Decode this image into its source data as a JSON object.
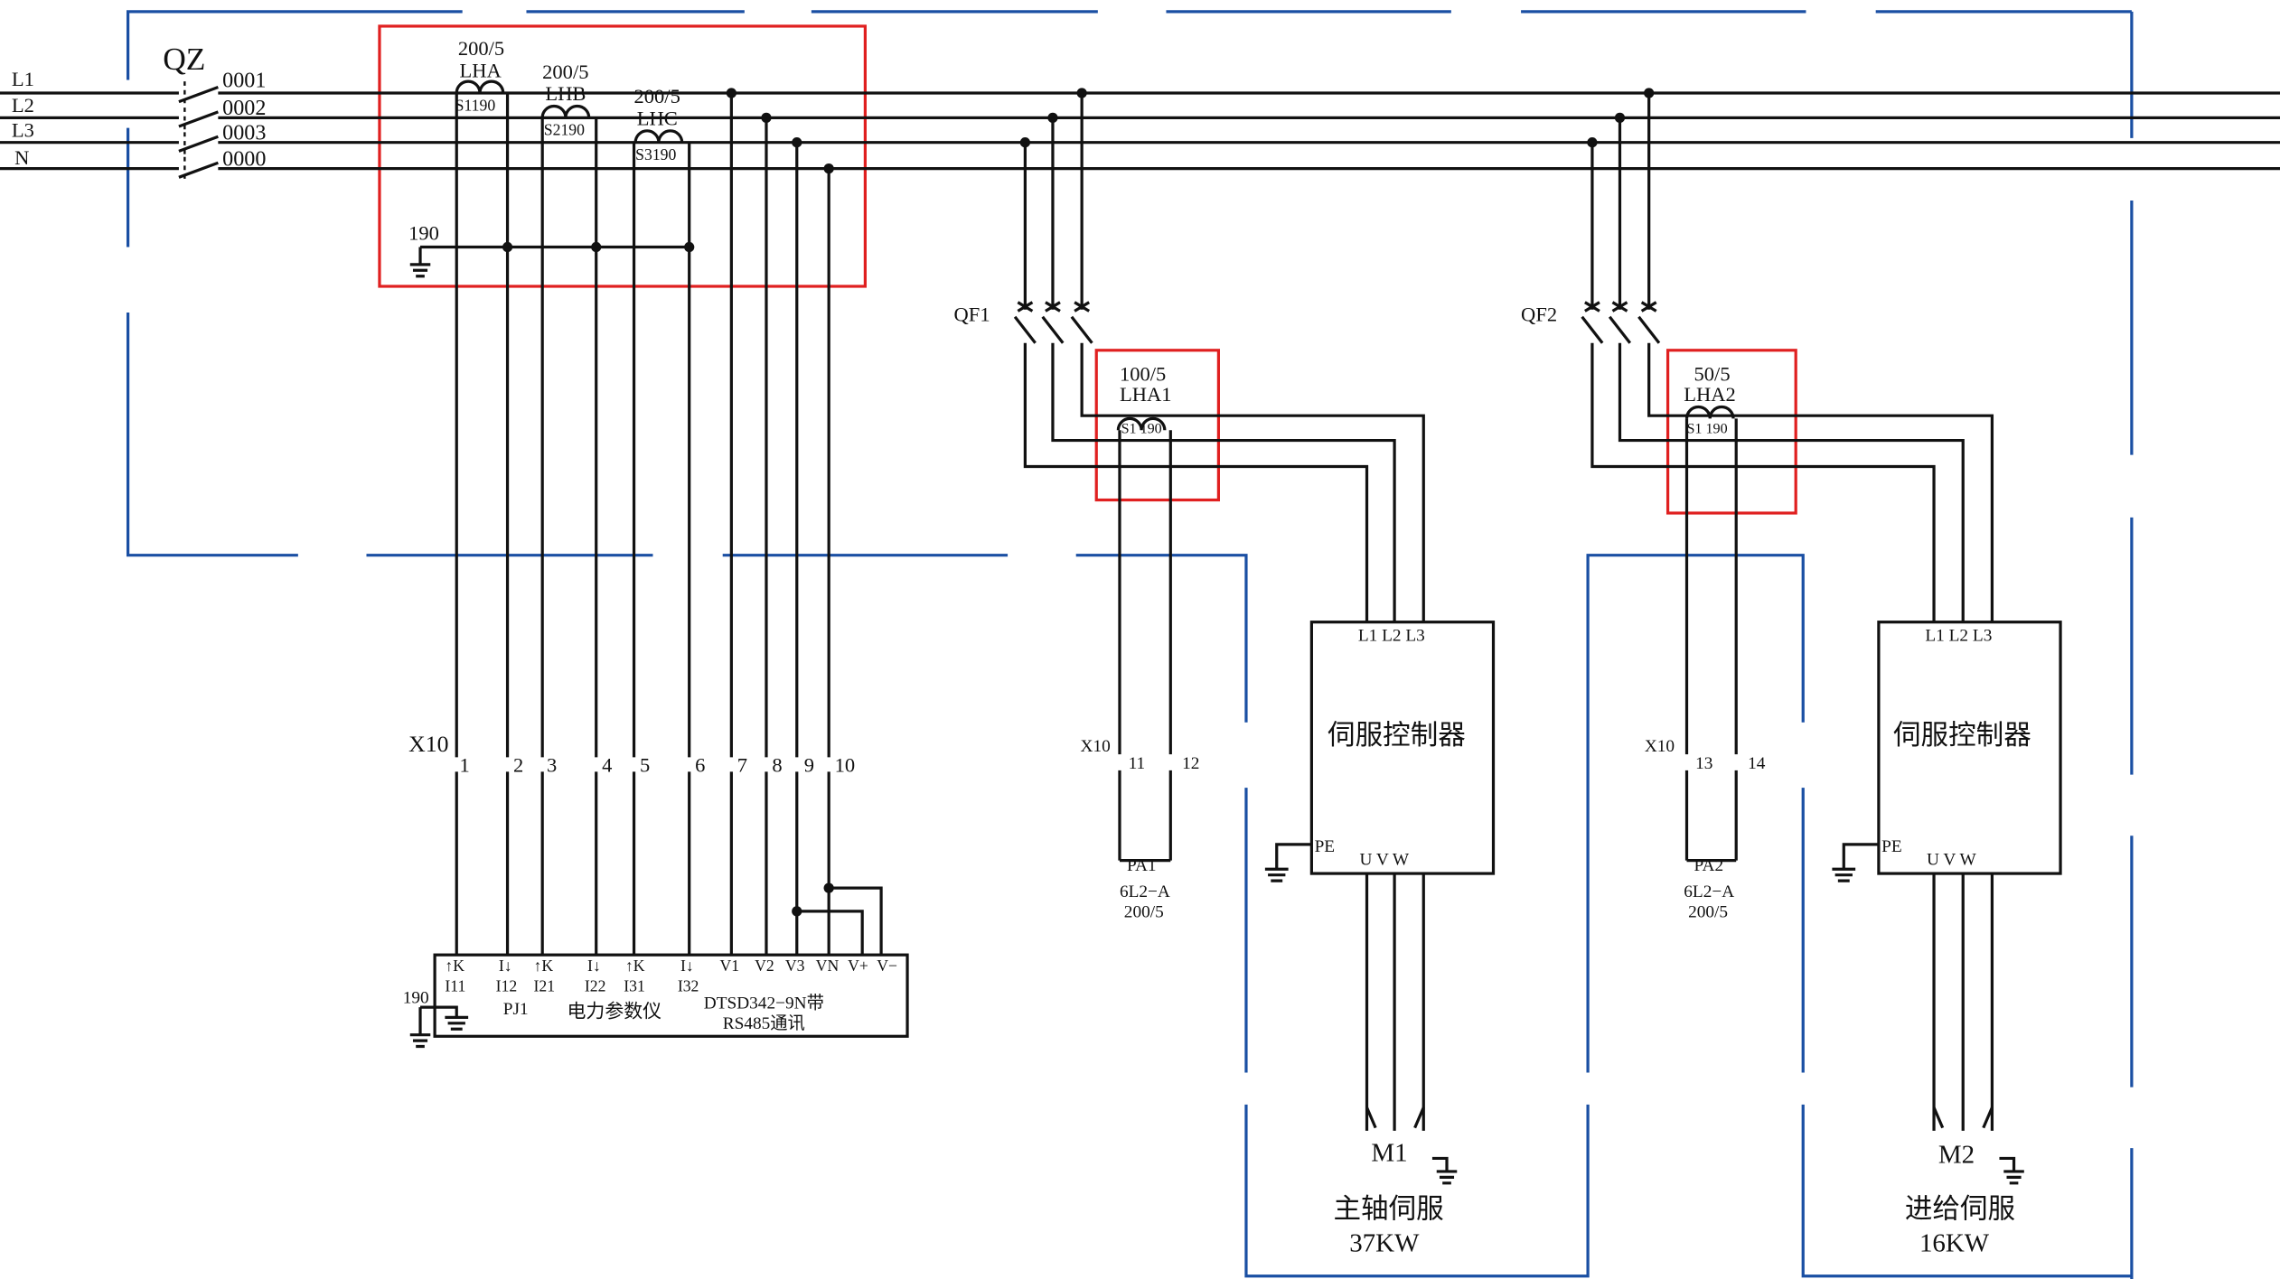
{
  "bus": {
    "l1": "L1",
    "l2": "L2",
    "l3": "L3",
    "n": "N"
  },
  "qz": {
    "name": "QZ",
    "w1": "0001",
    "w2": "0002",
    "w3": "0003",
    "w4": "0000"
  },
  "ct_main": {
    "a_ratio": "200/5",
    "a_name": "LHA",
    "a_tag": "S1190",
    "b_ratio": "200/5",
    "b_name": "LHB",
    "b_tag": "S2190",
    "c_ratio": "200/5",
    "c_name": "LHC",
    "c_tag": "S3190",
    "gnd": "190"
  },
  "terminals": {
    "block": "X10",
    "t": [
      "1",
      "2",
      "3",
      "4",
      "5",
      "6",
      "7",
      "8",
      "9",
      "10"
    ]
  },
  "meter": {
    "pins": [
      "↑K",
      "I↓",
      "↑K",
      "I↓",
      "↑K",
      "I↓",
      "V1",
      "V2",
      "V3",
      "VN",
      "V+",
      "V−"
    ],
    "pins2": [
      "I11",
      "I12",
      "I21",
      "I22",
      "I31",
      "I32"
    ],
    "gnd": "190",
    "pj": "PJ1",
    "name": "电力参数仪",
    "model": "DTSD342−9N带",
    "comm": "RS485通讯"
  },
  "branch1": {
    "qf": "QF1",
    "ct_ratio": "100/5",
    "ct_name": "LHA1",
    "ct_tag": "S1 190",
    "x": "X10",
    "t1": "11",
    "t2": "12",
    "pa": "PA1",
    "pa_model": "6L2−A",
    "pa_range": "200/5",
    "inputs": "L1 L2 L3",
    "label": "伺服控制器",
    "pe": "PE",
    "uvw": "U V W",
    "motor": "M1",
    "desc": "主轴伺服",
    "power": "37KW"
  },
  "branch2": {
    "qf": "QF2",
    "ct_ratio": "50/5",
    "ct_name": "LHA2",
    "ct_tag": "S1 190",
    "x": "X10",
    "t1": "13",
    "t2": "14",
    "pa": "PA2",
    "pa_model": "6L2−A",
    "pa_range": "200/5",
    "inputs": "L1 L2 L3",
    "label": "伺服控制器",
    "pe": "PE",
    "uvw": "U V W",
    "motor": "M2",
    "desc": "进给伺服",
    "power": "16KW"
  },
  "colors": {
    "wire": "#111111",
    "frame": "#1a4fa3",
    "highlight": "#e02020"
  }
}
